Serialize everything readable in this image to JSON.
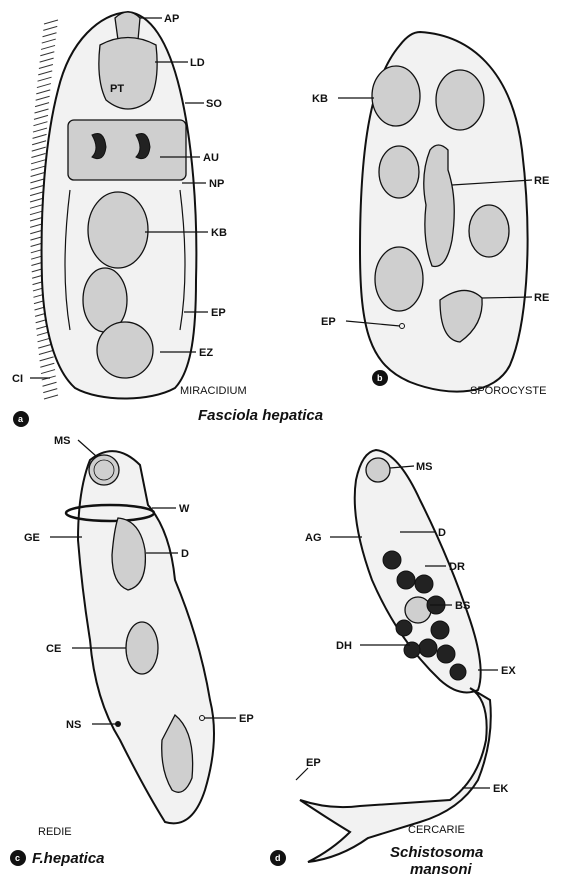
{
  "panels": {
    "a": {
      "badge": "a",
      "caption": "MIRACIDIUM",
      "labels": {
        "AP": "AP",
        "LD": "LD",
        "SO": "SO",
        "AU": "AU",
        "NP": "NP",
        "KB": "KB",
        "EP": "EP",
        "EZ": "EZ",
        "CI": "CI",
        "PT": "PT"
      }
    },
    "b": {
      "badge": "b",
      "caption": "SPOROCYSTE",
      "labels": {
        "KB": "KB",
        "RE1": "RE",
        "RE2": "RE",
        "EP": "EP"
      }
    },
    "c": {
      "badge": "c",
      "caption": "REDIE",
      "species": "F.hepatica",
      "labels": {
        "MS": "MS",
        "W": "W",
        "GE": "GE",
        "D": "D",
        "CE": "CE",
        "NS": "NS",
        "EP": "EP"
      }
    },
    "d": {
      "badge": "d",
      "caption": "CERCARIE",
      "species_line1": "Schistosoma",
      "species_line2": "mansoni",
      "labels": {
        "MS": "MS",
        "AG": "AG",
        "D": "D",
        "DR": "DR",
        "BS": "BS",
        "DH": "DH",
        "EX": "EX",
        "EP": "EP",
        "EK": "EK"
      }
    }
  },
  "shared_caption": "Fasciola hepatica"
}
